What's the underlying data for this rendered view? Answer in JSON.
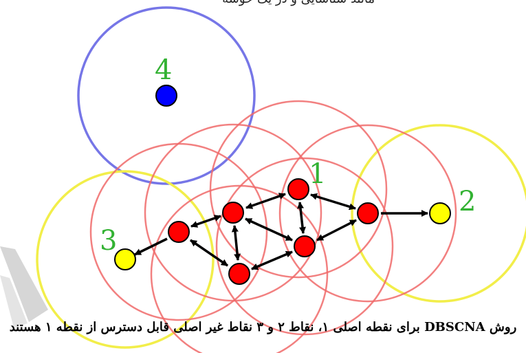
{
  "header_text": "مانند شناسایی و در یک خوشه",
  "caption": "روش DBSCNA برای نقطه اصلی ۱، نقاط ۲ و ۳ نقاط غیر اصلی قابل دسترس از نقطه ۱ هستند",
  "colors": {
    "core_point": "#ff0000",
    "core_circle": "#f06a6a",
    "border_point": "#ffff00",
    "border_circle": "#f2ee4a",
    "noise_point": "#0000ff",
    "noise_circle": "#6f6fe6",
    "label": "#33b233",
    "arrow": "#000000"
  },
  "points": [
    {
      "id": "p1",
      "type": "core",
      "label": "1"
    },
    {
      "id": "p2",
      "type": "border",
      "label": "2"
    },
    {
      "id": "p3",
      "type": "border",
      "label": "3"
    },
    {
      "id": "p4",
      "type": "noise",
      "label": "4"
    }
  ]
}
